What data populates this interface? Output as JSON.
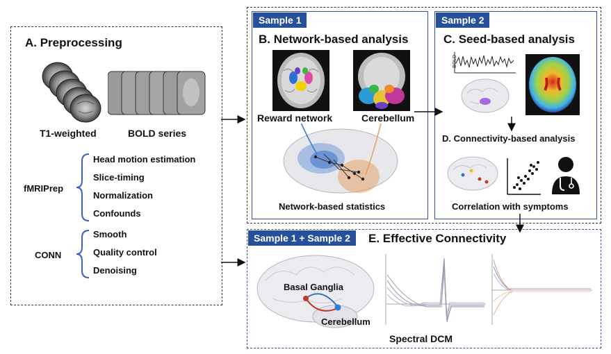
{
  "preprocessing": {
    "title": "A. Preprocessing",
    "t1_label": "T1-weighted",
    "bold_label": "BOLD series",
    "fmriprep": {
      "name": "fMRIPrep",
      "steps": [
        "Head motion estimation",
        "Slice-timing",
        "Normalization",
        "Confounds"
      ]
    },
    "conn": {
      "name": "CONN",
      "steps": [
        "Smooth",
        "Quality control",
        "Denoising"
      ]
    }
  },
  "sample1": {
    "tag": "Sample 1",
    "title": "B. Network-based analysis",
    "reward_label": "Reward network",
    "cerebellum_label": "Cerebellum",
    "stats_label": "Network-based statistics"
  },
  "sample2": {
    "tag": "Sample 2",
    "title_c": "C. Seed-based analysis",
    "bold_axis": "BOLD",
    "title_d": "D. Connectivity-based analysis",
    "symptoms_label": "Correlation with symptoms"
  },
  "combined": {
    "tag": "Sample 1 + Sample 2",
    "title": "E. Effective Connectivity",
    "basal_label": "Basal Ganglia",
    "cerebellum_label": "Cerebellum",
    "dcm_label": "Spectral DCM"
  },
  "colors": {
    "tag_bg": "#27509a",
    "box_border": "#333333",
    "inner_border": "#3b4fa0",
    "reward_blue": "#3b7bd0",
    "cerebellum_orange": "#e9a066"
  }
}
